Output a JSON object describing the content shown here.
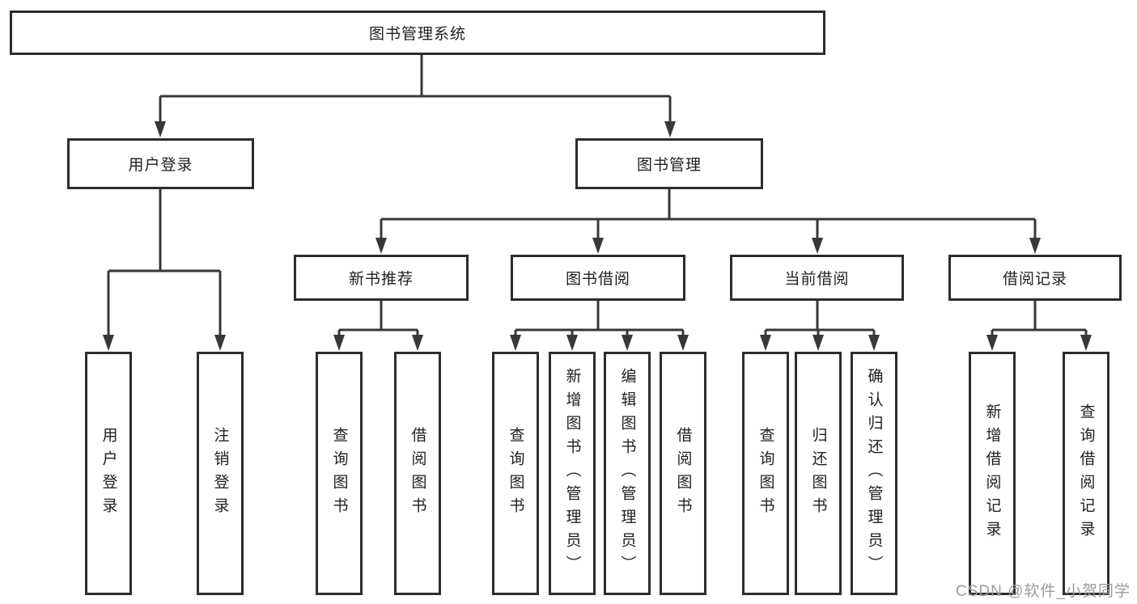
{
  "tree": {
    "root": "图书管理系统",
    "user_login": {
      "label": "用户登录",
      "children": [
        "用户登录",
        "注销登录"
      ]
    },
    "book_mgmt": {
      "label": "图书管理",
      "sections": {
        "new_book_rec": {
          "label": "新书推荐",
          "children": [
            "查询图书",
            "借阅图书"
          ]
        },
        "book_borrow": {
          "label": "图书借阅",
          "children": [
            "查询图书",
            "新增图书（管理员）",
            "编辑图书（管理员）",
            "借阅图书"
          ]
        },
        "current_borrow": {
          "label": "当前借阅",
          "children": [
            "查询图书",
            "归还图书",
            "确认归还（管理员）"
          ]
        },
        "borrow_record": {
          "label": "借阅记录",
          "children": [
            "新增借阅记录",
            "查询借阅记录"
          ]
        }
      }
    }
  },
  "colors": {
    "line": "#383838",
    "border": "#2d2d2d",
    "text": "#1f1f1f",
    "watermark": "#9c9c9c"
  },
  "watermark": "CSDN @软件_小贺同学"
}
